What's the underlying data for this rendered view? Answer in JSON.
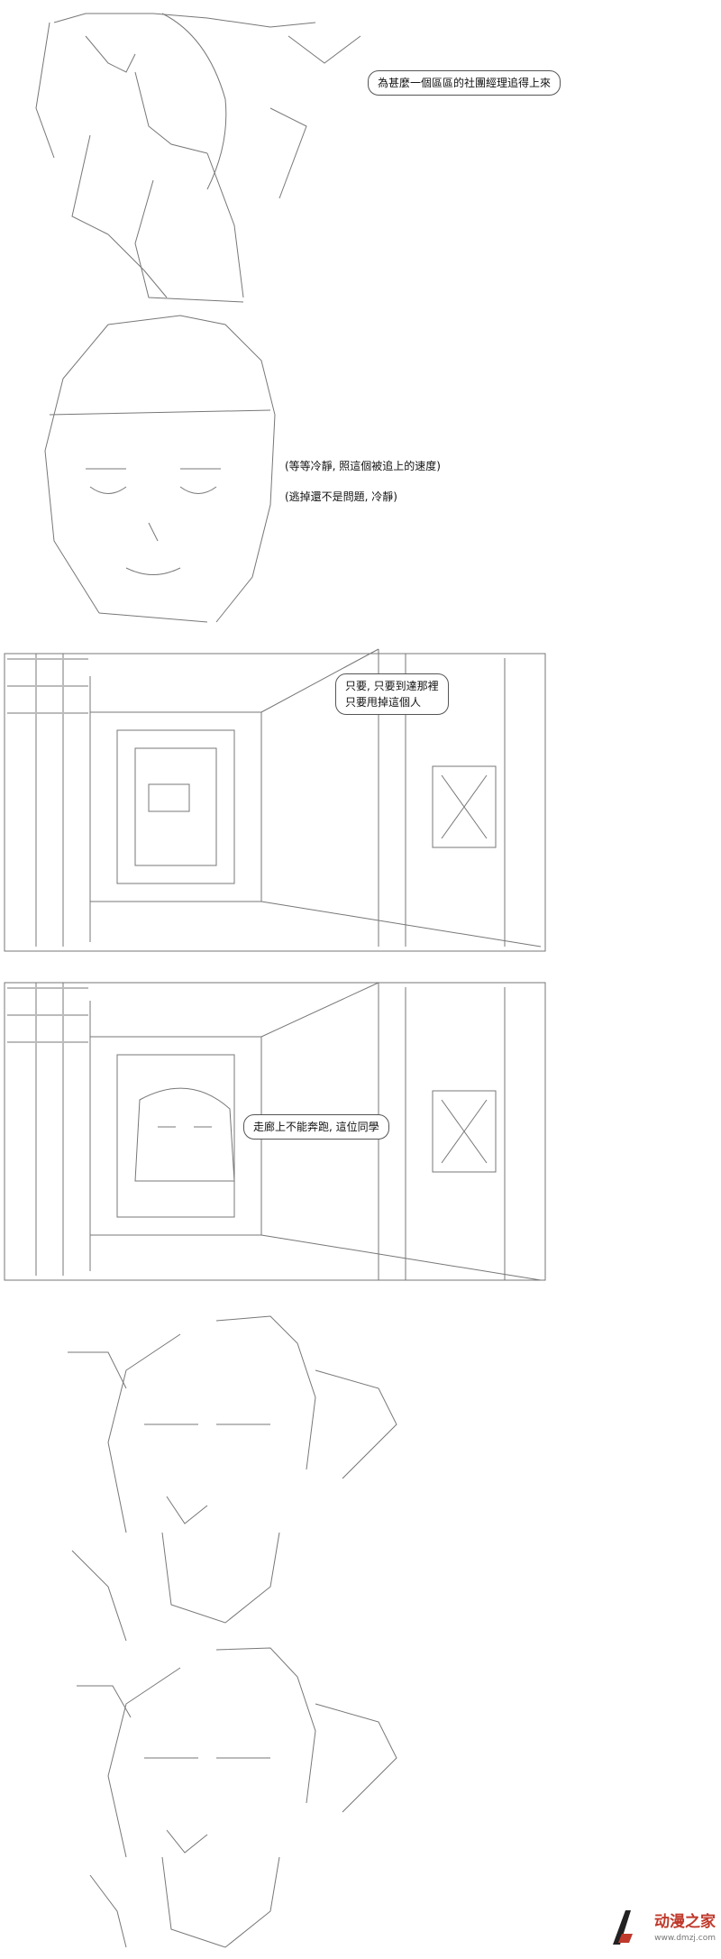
{
  "panels": [
    {
      "id": "panel-1",
      "bubbles": [
        {
          "style": "rounded",
          "lines": [
            "為甚麼一個區區的社團經理追得上來"
          ]
        }
      ]
    },
    {
      "id": "panel-2",
      "bubbles": [
        {
          "style": "plain",
          "lines": [
            "(等等冷靜, 照這個被追上的速度)"
          ]
        },
        {
          "style": "plain",
          "lines": [
            "(逃掉還不是問題, 冷靜)"
          ]
        }
      ]
    },
    {
      "id": "panel-3",
      "bubbles": [
        {
          "style": "rounded",
          "lines": [
            "只要, 只要到達那裡",
            "只要甩掉這個人"
          ]
        }
      ]
    },
    {
      "id": "panel-4",
      "bubbles": [
        {
          "style": "rounded",
          "lines": [
            "走廊上不能奔跑, 這位同學"
          ]
        }
      ]
    },
    {
      "id": "panel-5",
      "bubbles": []
    },
    {
      "id": "panel-6",
      "bubbles": []
    }
  ],
  "watermark": {
    "brand": "动漫之家",
    "url": "www.dmzj.com",
    "colors": {
      "brand": "#c0392b",
      "text": "#777777"
    }
  }
}
